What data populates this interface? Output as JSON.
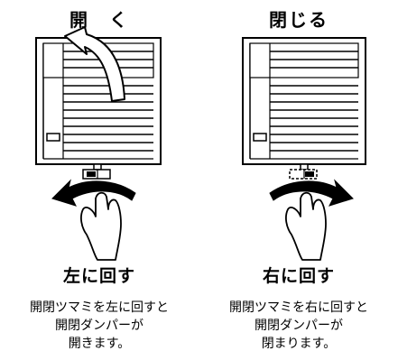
{
  "open": {
    "heading": "開　く",
    "action": "左に回す",
    "desc": [
      "開閉ツマミを左に回すと",
      "開閉ダンパーが",
      "開きます。"
    ]
  },
  "close": {
    "heading": "閉じる",
    "action": "右に回す",
    "desc": [
      "開閉ツマミを右に回すと",
      "開閉ダンパーが",
      "閉まります。"
    ]
  }
}
